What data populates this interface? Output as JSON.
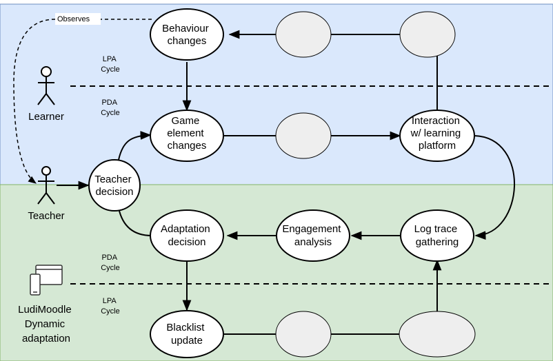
{
  "zones": {
    "learner_zone_color": "#dae8fc",
    "system_zone_color": "#d5e8d4",
    "border_color": "#6c8ebf"
  },
  "nodes": {
    "behaviour_changes": [
      "Behaviour",
      "changes"
    ],
    "game_element_changes": [
      "Game",
      "element",
      "changes"
    ],
    "interaction": [
      "Interaction",
      "w/ learning",
      "platform"
    ],
    "teacher_decision": [
      "Teacher",
      "decision"
    ],
    "adaptation_decision": [
      "Adaptation",
      "decision"
    ],
    "engagement_analysis": [
      "Engagement",
      "analysis"
    ],
    "log_trace": [
      "Log trace",
      "gathering"
    ],
    "blacklist_update": [
      "Blacklist",
      "update"
    ]
  },
  "actors": {
    "learner": "Learner",
    "teacher": "Teacher",
    "system": [
      "LudiMoodle",
      "Dynamic",
      "adaptation"
    ]
  },
  "labels": {
    "observes": "Observes",
    "upper_lpa": [
      "LPA",
      "Cycle"
    ],
    "upper_pda": [
      "PDA",
      "Cycle"
    ],
    "lower_pda": [
      "PDA",
      "Cycle"
    ],
    "lower_lpa": [
      "LPA",
      "Cycle"
    ]
  },
  "icons": {
    "learner_icon": "stick-figure",
    "teacher_icon": "stick-figure",
    "system_icon": "phone-and-browser-window"
  }
}
